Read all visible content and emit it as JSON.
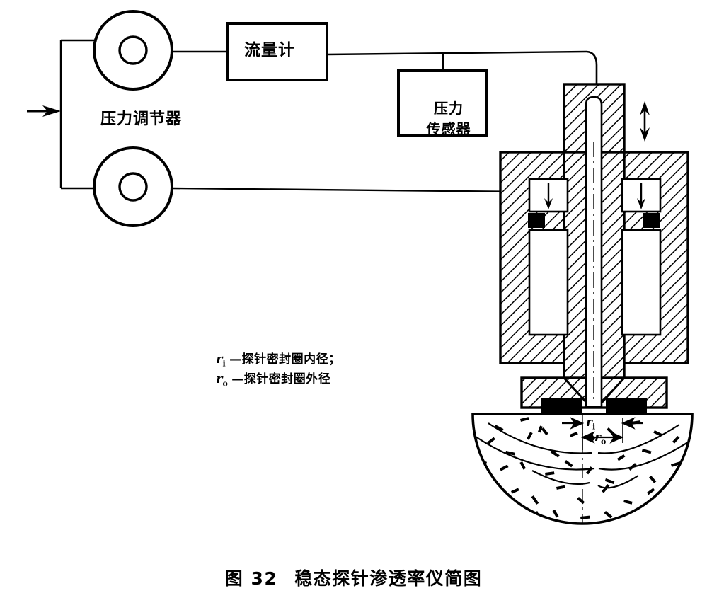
{
  "figure": {
    "caption_number": "图 32",
    "caption_title": "稳态探针渗透率仪简图"
  },
  "components": {
    "flow_meter": {
      "label": "流量计",
      "name": "flow-meter"
    },
    "pressure_sensor": {
      "label_line1": "压力",
      "label_line2": "传感器",
      "name": "pressure-sensor"
    },
    "pressure_regulator": {
      "label": "压力调节器",
      "name": "pressure-regulator"
    }
  },
  "legend": {
    "items": [
      {
        "symbol": "r",
        "subscript": "i",
        "dash": "—",
        "text": "探针密封圈内径；"
      },
      {
        "symbol": "r",
        "subscript": "o",
        "dash": "—",
        "text": "探针密封圈外径"
      }
    ]
  },
  "dimensions": {
    "inner_radius": {
      "symbol": "r",
      "subscript": "i"
    },
    "outer_radius": {
      "symbol": "r",
      "subscript": "o"
    }
  },
  "colors": {
    "line": "#000000",
    "background": "#ffffff",
    "seal_fill": "#000000",
    "hatch": "#000000"
  },
  "annotations": {
    "inlet_arrow": "gas-inlet-arrow",
    "probe_travel_arrow": "probe-vertical-travel-arrow",
    "chamber_arrow_left": "chamber-down-arrow-left",
    "chamber_arrow_right": "chamber-down-arrow-right"
  }
}
